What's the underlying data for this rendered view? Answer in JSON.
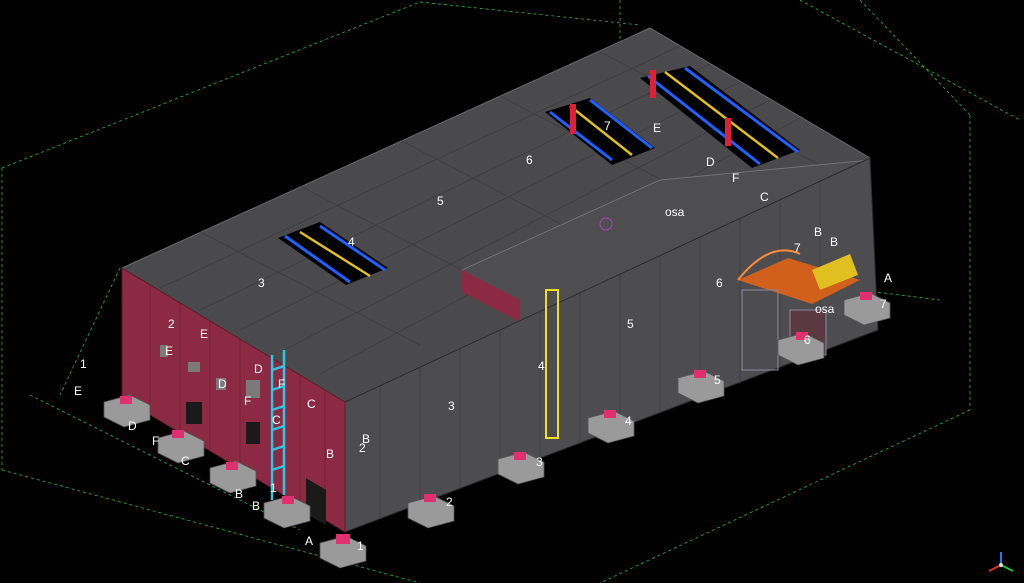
{
  "colors": {
    "background": "#000000",
    "roof": "#4a4a4c",
    "side_wall": "#4d4d50",
    "end_wall": "#8c2a44",
    "footing": "#9a9a9a",
    "grid": "#1fbf3a",
    "ladder": "#2ec7e0",
    "canopy": "#d0601c",
    "brace_blue": "#2060ff",
    "brace_yellow": "#e0c020",
    "column_red": "#e0203a"
  },
  "grid_labels": {
    "a1": "A",
    "a2": "A",
    "b1": "B",
    "b2": "B",
    "b3": "B",
    "b4": "B",
    "b5": "B",
    "b6": "B",
    "c1": "C",
    "c2": "C",
    "c3": "C",
    "c4": "C",
    "d1": "D",
    "d2": "D",
    "d3": "D",
    "d4": "D",
    "e1": "E",
    "e2": "E",
    "e3": "E",
    "e4": "E",
    "f1": "F",
    "f2": "F",
    "f3": "F",
    "f4": "F",
    "n1a": "1",
    "n1b": "1",
    "n1c": "1",
    "n2a": "2",
    "n2b": "2",
    "n2c": "2",
    "n3a": "3",
    "n3b": "3",
    "n3c": "3",
    "n4a": "4",
    "n4b": "4",
    "n4c": "4",
    "n5a": "5",
    "n5b": "5",
    "n5c": "5",
    "n6a": "6",
    "n6b": "6",
    "n6c": "6",
    "n7a": "7",
    "n7b": "7",
    "n7c": "7",
    "osa1": "osa",
    "osa2": "osa"
  },
  "axis_indicator": {
    "icon": "axis-triad-icon"
  }
}
